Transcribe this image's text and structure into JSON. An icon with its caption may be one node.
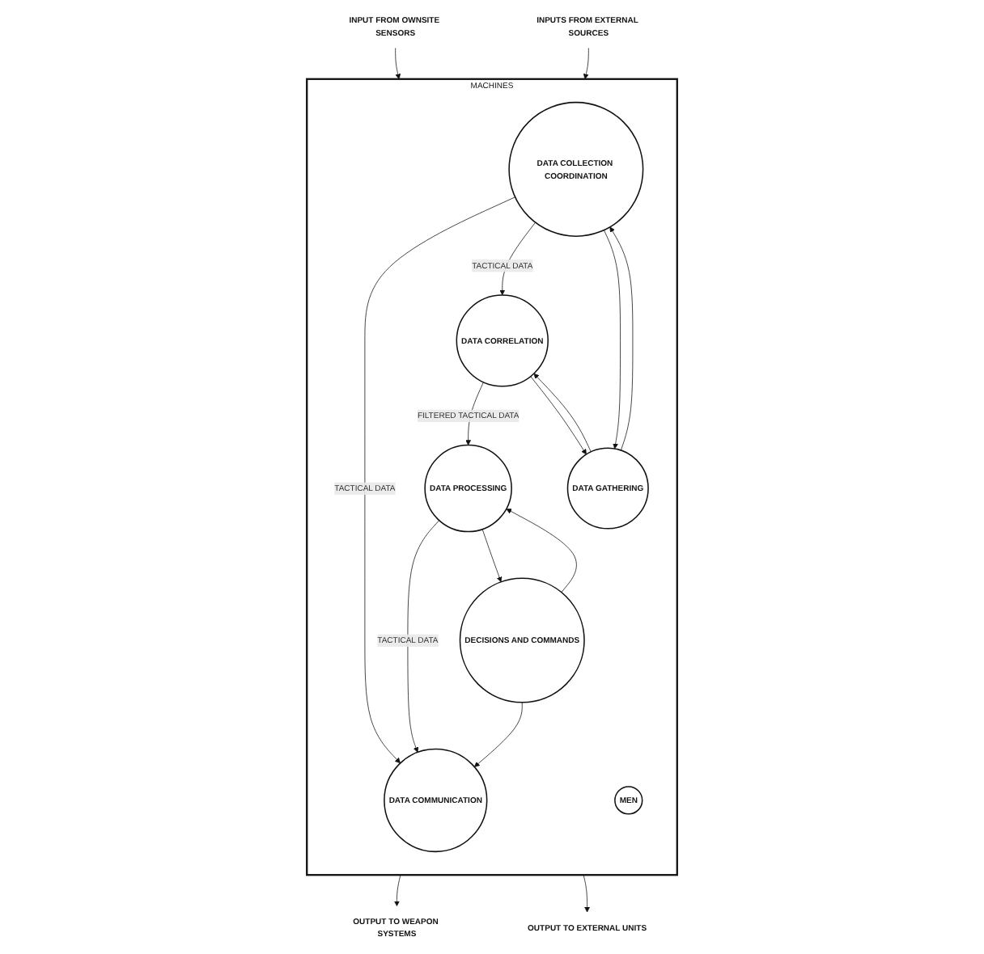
{
  "diagram": {
    "nodes": [
      {
        "text": [
          "MACHINES"
        ]
      },
      {
        "text": [
          "DATA COMMUNICATION"
        ],
        "in": 0
      },
      {
        "text": [
          "DATA COLLECTION COORDINATION"
        ],
        "in": 0
      },
      {
        "text": [
          "MEN"
        ],
        "in": 0
      },
      {
        "text": [
          "DECISIONS AND COMMANDS"
        ],
        "in": 0
      },
      {
        "text": [
          "DATA GATHERING"
        ],
        "in": 0
      },
      {
        "text": [
          "DATA PROCESSING"
        ],
        "in": 0
      },
      {
        "text": [
          "DATA CORRELATION"
        ],
        "in": 0
      },
      {
        "text": [
          "INPUT FROM OWNSITE SENSORS"
        ]
      },
      {
        "text": [
          "INPUTS FROM EXTERNAL SOURCES"
        ]
      },
      {
        "text": [
          "OUTPUT TO WEAPON SYSTEMS"
        ]
      },
      {
        "text": [
          "OUTPUT TO EXTERNAL UNITS"
        ]
      }
    ],
    "edges": [
      {
        "from": 8,
        "to": 0,
        "arrow": "to"
      },
      {
        "from": 9,
        "to": 0,
        "arrow": "to"
      },
      {
        "from": 0,
        "to": 10,
        "arrow": "to"
      },
      {
        "from": 0,
        "to": 11,
        "arrow": "to"
      },
      {
        "from": 2,
        "to": 1,
        "arrow": "to",
        "label": "TACTICAL DATA"
      },
      {
        "from": 6,
        "to": 1,
        "arrow": "to",
        "label": "TACTICAL DATA"
      },
      {
        "from": 2,
        "to": 7,
        "arrow": "to",
        "label": "TACTICAL DATA"
      },
      {
        "from": 7,
        "to": 6,
        "arrow": "to",
        "label": "FILTERED TACTICAL DATA"
      },
      {
        "from": 4,
        "to": 1,
        "arrow": "to"
      },
      {
        "from": 4,
        "to": 6,
        "arrow": "to"
      },
      {
        "from": 6,
        "to": 4,
        "arrow": "to"
      },
      {
        "from": 5,
        "to": 2,
        "arrow": "to"
      },
      {
        "from": 2,
        "to": 5,
        "arrow": "to"
      },
      {
        "from": 5,
        "to": 7,
        "arrow": "to"
      },
      {
        "from": 7,
        "to": 5,
        "arrow": "to"
      }
    ]
  }
}
